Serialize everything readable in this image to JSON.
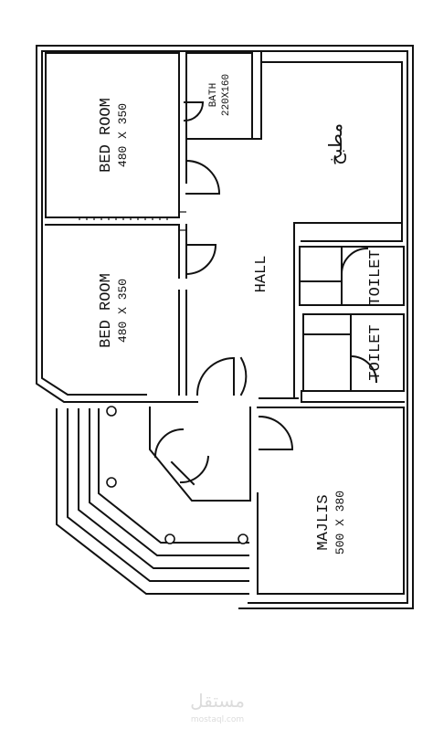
{
  "rooms": {
    "bedroom_top": {
      "name": "BED ROOM",
      "size": "480 X 350"
    },
    "bedroom_bottom": {
      "name": "BED ROOM",
      "size": "480 X 350"
    },
    "bath": {
      "name": "BATH",
      "size": "220X160"
    },
    "kitchen": {
      "name": "مطبخ"
    },
    "hall": {
      "name": "HALL"
    },
    "toilet_upper": {
      "name": "TOILET"
    },
    "toilet_lower": {
      "name": "TOILET"
    },
    "majlis": {
      "name": "MAJLIS",
      "size": "500 X 380"
    }
  },
  "watermark": {
    "arabic": "مستقل",
    "latin": "mostaql.com"
  },
  "colors": {
    "line": "#111111",
    "background": "#ffffff",
    "watermark": "#dcdcdc"
  }
}
